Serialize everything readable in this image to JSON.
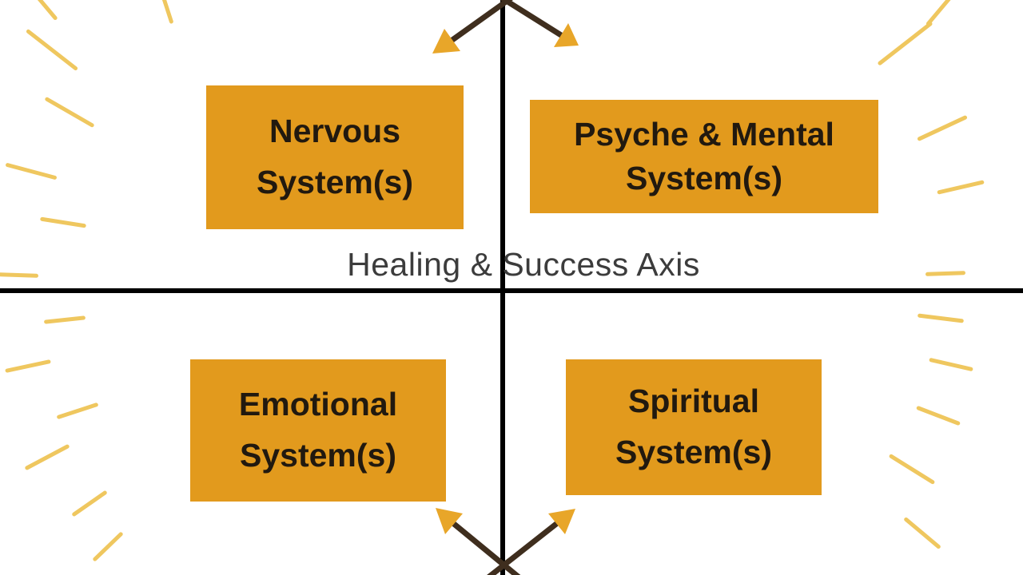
{
  "diagram": {
    "axis_label": "Healing & Success Axis",
    "boxes": {
      "nervous": {
        "line1": "Nervous",
        "line2": "System(s)"
      },
      "psyche": {
        "line1": "Psyche & Mental",
        "line2": "System(s)"
      },
      "emotional": {
        "line1": "Emotional",
        "line2": "System(s)"
      },
      "spiritual": {
        "line1": "Spiritual",
        "line2": "System(s)"
      }
    },
    "icons": {
      "arrows": "hand-drawn-double-arrows",
      "rays": "sunburst-rays"
    },
    "colors": {
      "background": "#FFFFFF",
      "box_background": "#E29A1D",
      "box_text": "#21190F",
      "axis_line": "#000000",
      "axis_label_text": "#3C3C3C",
      "ray": "#EFC75F",
      "arrow_shaft": "#3F2E1E",
      "arrow_head": "#E8A629"
    }
  }
}
